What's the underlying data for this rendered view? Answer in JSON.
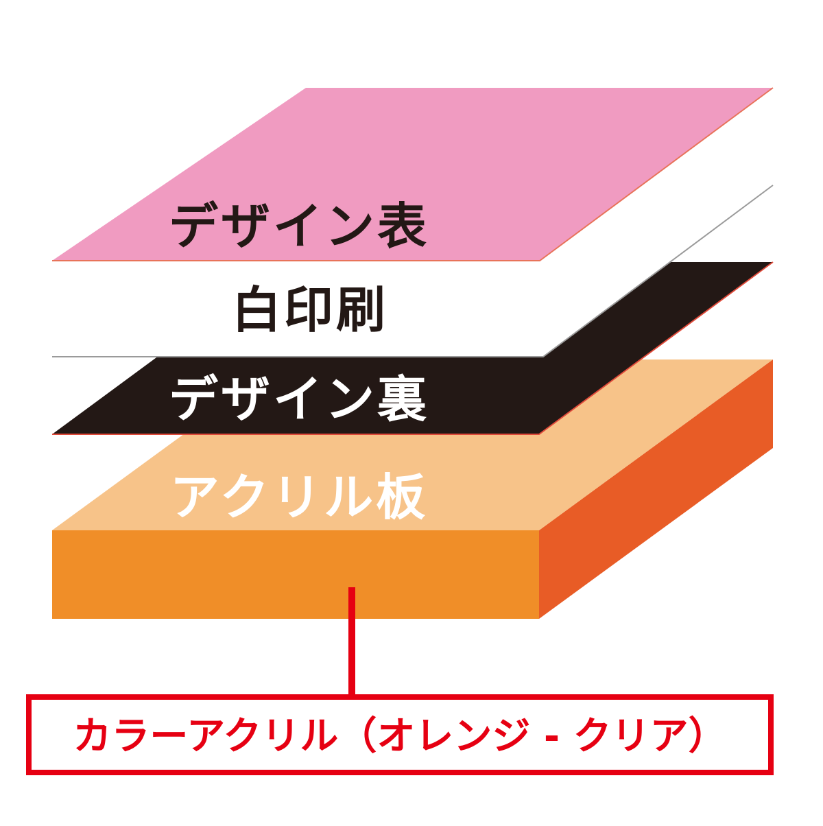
{
  "layers": {
    "design_front": {
      "label": "デザイン表",
      "color": "#F09BC1",
      "edge_color": "#E8735A"
    },
    "white_print": {
      "label": "白印刷",
      "color": "#FFFFFF",
      "edge_color": "#9A9A9A"
    },
    "design_back": {
      "label": "デザイン裏",
      "color": "#231815",
      "edge_color": "#E04A3A"
    },
    "acrylic_board": {
      "label": "アクリル板",
      "top_color": "#F7C389",
      "front_color": "#F08E28",
      "side_color": "#E85C26"
    }
  },
  "callout": {
    "label": "カラーアクリル（オレンジ - クリア）",
    "color": "#E60012"
  }
}
